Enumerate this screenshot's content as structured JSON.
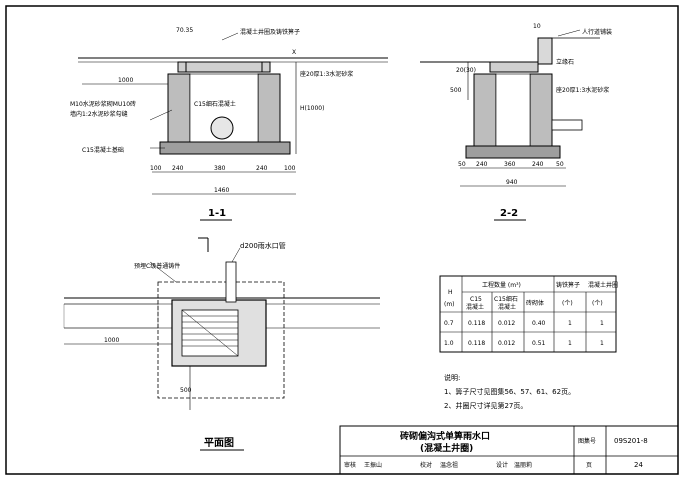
{
  "section_11": {
    "label": "1-1",
    "top_dim": "70.35",
    "grate_label": "混凝土井圈及铸铁箅子",
    "plaster_label": "座20厚1:3水泥砂浆",
    "wall_label_1": "M10水泥砂浆砌MU10砖",
    "wall_label_2": "墙内1:2水泥砂浆勾缝",
    "pipe_label": "C15细石混凝土",
    "base_label": "C15混凝土基础",
    "width_1000": "1000",
    "h_label": "H(1000)",
    "dims": [
      "100",
      "240",
      "380",
      "240",
      "100"
    ],
    "total": "1460",
    "x_mark": "X"
  },
  "section_22": {
    "label": "2-2",
    "top_dim": "10",
    "road_label": "人行道铺装",
    "curb_label": "立缘石",
    "plaster_label": "座20厚1:3水泥砂浆",
    "side_dim": "500",
    "vert_dim": "20(30)",
    "dims": [
      "50",
      "240",
      "360",
      "240",
      "50"
    ],
    "total": "940"
  },
  "plan": {
    "title": "平面图",
    "pipe_label": "d200雨水口管",
    "cover_label": "预埋C级普通铸件",
    "dim_1000": "1000",
    "dim_500": "500"
  },
  "table": {
    "h_col": "H",
    "unit_col": "(m)",
    "qty_header": "工程数量 (m³)",
    "c15a": "C15",
    "c15a_sub": "混凝土",
    "c15b": "C15细石",
    "c15b_sub": "混凝土",
    "brick": "砖砌体",
    "grate_header": "铸铁箅子",
    "grate_unit": "(个)",
    "frame_header": "混凝土井圈",
    "frame_unit": "(个)",
    "rows": [
      [
        "0.7",
        "0.118",
        "0.012",
        "0.40",
        "1",
        "1"
      ],
      [
        "1.0",
        "0.118",
        "0.012",
        "0.51",
        "1",
        "1"
      ]
    ]
  },
  "notes": {
    "title": "说明:",
    "items": [
      "1、箅子尺寸见图集56、57、61、62页。",
      "2、井圈尺寸详见第27页。"
    ]
  },
  "titleblock": {
    "title_1": "砖砌偏沟式单箅雨水口",
    "title_2": "(混凝土井圈)",
    "atlas_label": "图集号",
    "atlas_no": "09S201-8",
    "review": "审核",
    "reviewer": "王振山",
    "check": "校对",
    "checker": "温念祖",
    "design": "设计",
    "designer": "温丽莉",
    "page_label": "页",
    "page_no": "24"
  }
}
